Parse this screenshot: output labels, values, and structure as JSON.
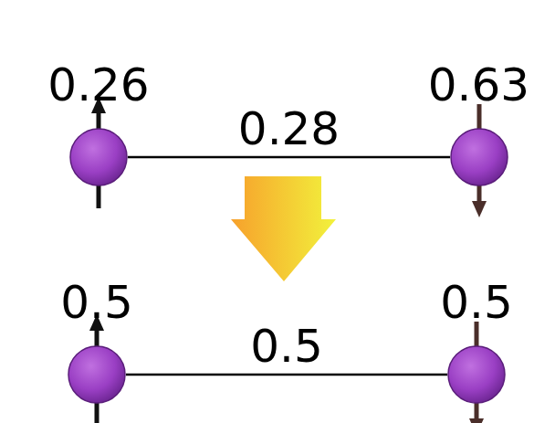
{
  "diagram": {
    "nodes": [
      {
        "text": [
          "0.26"
        ]
      },
      {
        "text": [
          "0.63"
        ]
      },
      {
        "text": [
          "0.5"
        ]
      },
      {
        "text": [
          "0.5"
        ]
      }
    ],
    "edges": [
      {
        "from": 0,
        "to": 1,
        "arrow": "none",
        "label": "0.28"
      },
      {
        "from": 2,
        "to": 3,
        "arrow": "none",
        "label": "0.5"
      }
    ]
  }
}
